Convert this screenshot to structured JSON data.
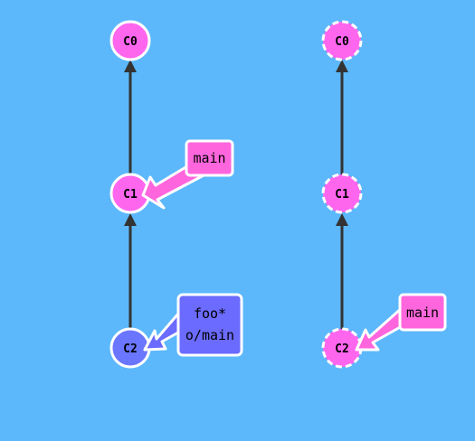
{
  "colors": {
    "background": "#5cb8fa",
    "edge": "#333333",
    "commit_pink": "#ff66ee",
    "commit_blue": "#6b76ff",
    "branch_pink": "#ff66dd",
    "branch_blue": "#6b6bff",
    "outline": "#ffffff"
  },
  "left_graph": {
    "commits": [
      {
        "label": "C0"
      },
      {
        "label": "C1"
      },
      {
        "label": "C2"
      }
    ],
    "branches": [
      {
        "lines": [
          "main"
        ]
      },
      {
        "lines": [
          "foo*",
          "o/main"
        ]
      }
    ]
  },
  "right_graph": {
    "commits": [
      {
        "label": "C0"
      },
      {
        "label": "C1"
      },
      {
        "label": "C2"
      }
    ],
    "branches": [
      {
        "lines": [
          "main"
        ]
      }
    ]
  }
}
